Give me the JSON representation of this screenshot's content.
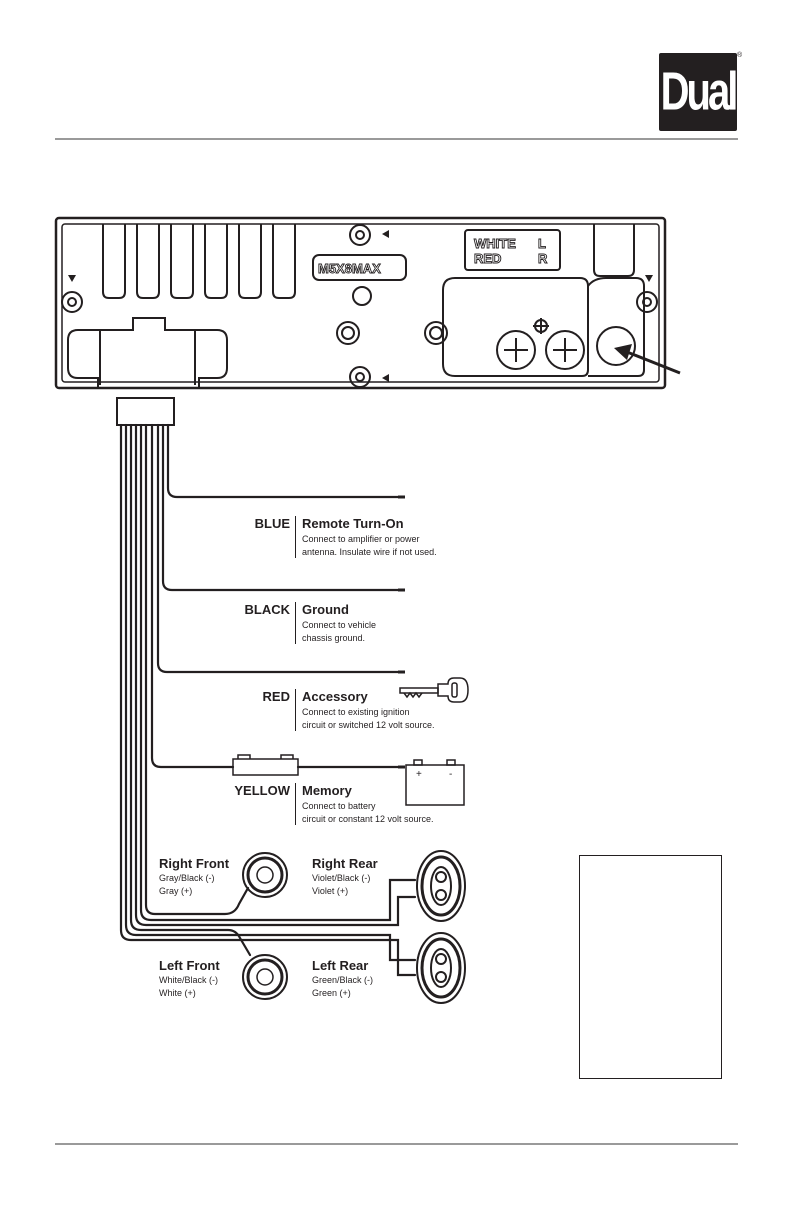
{
  "brand": {
    "logo_text": "Dual",
    "registered_mark": "®"
  },
  "panel": {
    "label_white": "WHITE",
    "label_l": "L",
    "label_red": "RED",
    "label_r": "R",
    "screw_label": "M5X8MAX"
  },
  "wires": [
    {
      "color": "BLUE",
      "title": "Remote Turn-On",
      "line1": "Connect to amplifier or power",
      "line2": "antenna. Insulate wire if not used."
    },
    {
      "color": "BLACK",
      "title": "Ground",
      "line1": "Connect to vehicle",
      "line2": "chassis ground."
    },
    {
      "color": "RED",
      "title": "Accessory",
      "line1": "Connect to existing ignition",
      "line2": "circuit or switched 12 volt source."
    },
    {
      "color": "YELLOW",
      "title": "Memory",
      "line1": "Connect to battery",
      "line2": "circuit or constant 12 volt source."
    }
  ],
  "battery": {
    "plus": "+",
    "minus": "-"
  },
  "speakers": {
    "right_front": {
      "title": "Right Front",
      "neg": "Gray/Black (-)",
      "pos": "Gray (+)"
    },
    "right_rear": {
      "title": "Right Rear",
      "neg": "Violet/Black (-)",
      "pos": "Violet (+)"
    },
    "left_front": {
      "title": "Left Front",
      "neg": "White/Black (-)",
      "pos": "White (+)"
    },
    "left_rear": {
      "title": "Left Rear",
      "neg": "Green/Black (-)",
      "pos": "Green (+)"
    }
  }
}
